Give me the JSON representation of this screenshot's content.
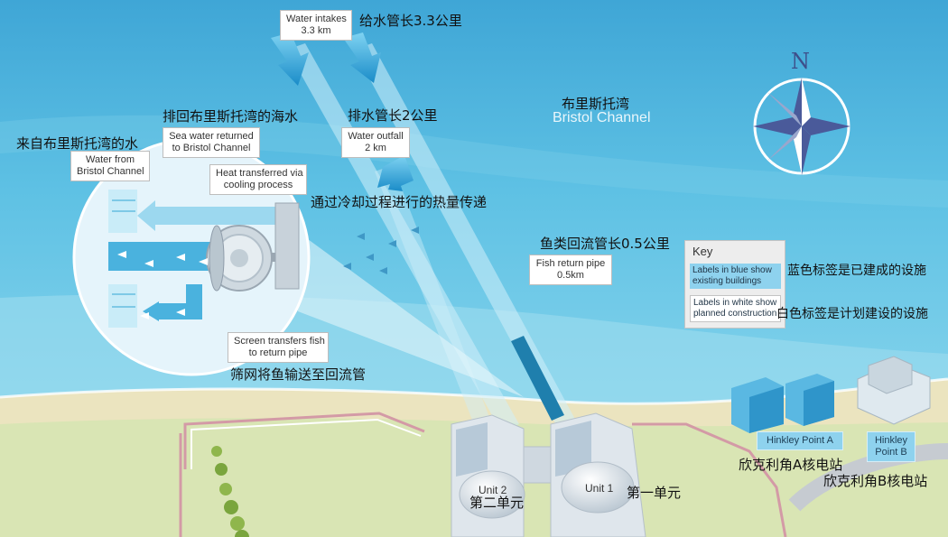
{
  "labels": {
    "water_intakes_en": [
      "Water intakes",
      "3.3 km"
    ],
    "water_intakes_cn": "给水管长3.3公里",
    "sea_returned_cn": "排回布里斯托湾的海水",
    "sea_returned_en": [
      "Sea water returned",
      "to Bristol Channel"
    ],
    "outfall_cn": "排水管长2公里",
    "outfall_en": [
      "Water outfall",
      "2 km"
    ],
    "bristol_cn": "布里斯托湾",
    "bristol_en": "Bristol Channel",
    "water_from_cn": "来自布里斯托湾的水",
    "water_from_en": [
      "Water from",
      "Bristol Channel"
    ],
    "heat_en": [
      "Heat transferred via",
      "cooling process"
    ],
    "heat_cn": "通过冷却过程进行的热量传递",
    "fish_pipe_cn": "鱼类回流管长0.5公里",
    "fish_pipe_en": [
      "Fish return pipe",
      "0.5km"
    ],
    "screen_en": [
      "Screen transfers fish",
      "to return pipe"
    ],
    "screen_cn": "筛网将鱼输送至回流管",
    "key_title": "Key",
    "key_blue": [
      "Labels in blue show",
      "existing buildings"
    ],
    "key_white": [
      "Labels in white show",
      "planned construction"
    ],
    "key_blue_cn": "蓝色标签是已建成的设施",
    "key_white_cn": "白色标签是计划建设的设施",
    "hpa_en": "Hinkley Point A",
    "hpa_cn": "欣克利角A核电站",
    "hpb_en": [
      "Hinkley",
      "Point B"
    ],
    "hpb_cn": "欣克利角B核电站",
    "unit2_en": "Unit 2",
    "unit2_cn": "第二单元",
    "unit1_en": "Unit 1",
    "unit1_cn": "第一单元",
    "compass_n": "N"
  },
  "colors": {
    "sea": "#5fc2e4",
    "deep_sea": "#44aedb",
    "beach": "#e8e2bd",
    "land": "#d8e4b3",
    "label_blue": "#8ed2ee",
    "compass": "#4a5a9a"
  }
}
